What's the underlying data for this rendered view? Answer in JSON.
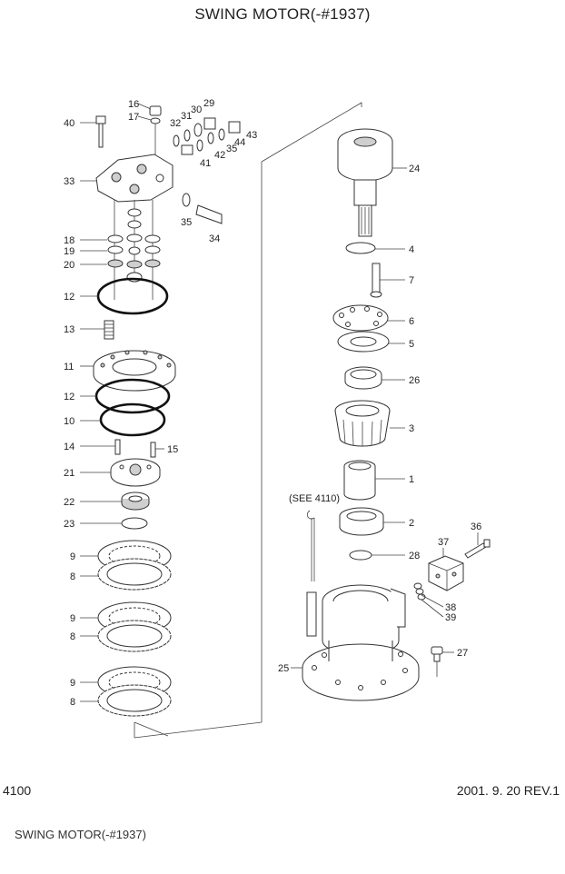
{
  "title": "SWING MOTOR(-#1937)",
  "page_number": "4100",
  "revision": "2001. 9. 20 REV.1",
  "caption": "SWING MOTOR(-#1937)",
  "see_note": "(SEE 4110)",
  "labels": {
    "p40": "40",
    "p16": "16",
    "p17": "17",
    "p32": "32",
    "p31": "31",
    "p30": "30",
    "p29": "29",
    "p44": "44",
    "p43": "43",
    "p35a": "35",
    "p42": "42",
    "p41": "41",
    "p33": "33",
    "p35b": "35",
    "p34": "34",
    "p18": "18",
    "p19": "19",
    "p20": "20",
    "p12a": "12",
    "p13": "13",
    "p11": "11",
    "p12b": "12",
    "p10": "10",
    "p14": "14",
    "p15": "15",
    "p21": "21",
    "p22": "22",
    "p23": "23",
    "p9a": "9",
    "p8a": "8",
    "p9b": "9",
    "p8b": "8",
    "p9c": "9",
    "p8c": "8",
    "p24": "24",
    "p4": "4",
    "p7": "7",
    "p6": "6",
    "p5": "5",
    "p26": "26",
    "p3": "3",
    "p1": "1",
    "p2": "2",
    "p28": "28",
    "p36": "36",
    "p37": "37",
    "p38": "38",
    "p39": "39",
    "p27": "27",
    "p25": "25"
  }
}
